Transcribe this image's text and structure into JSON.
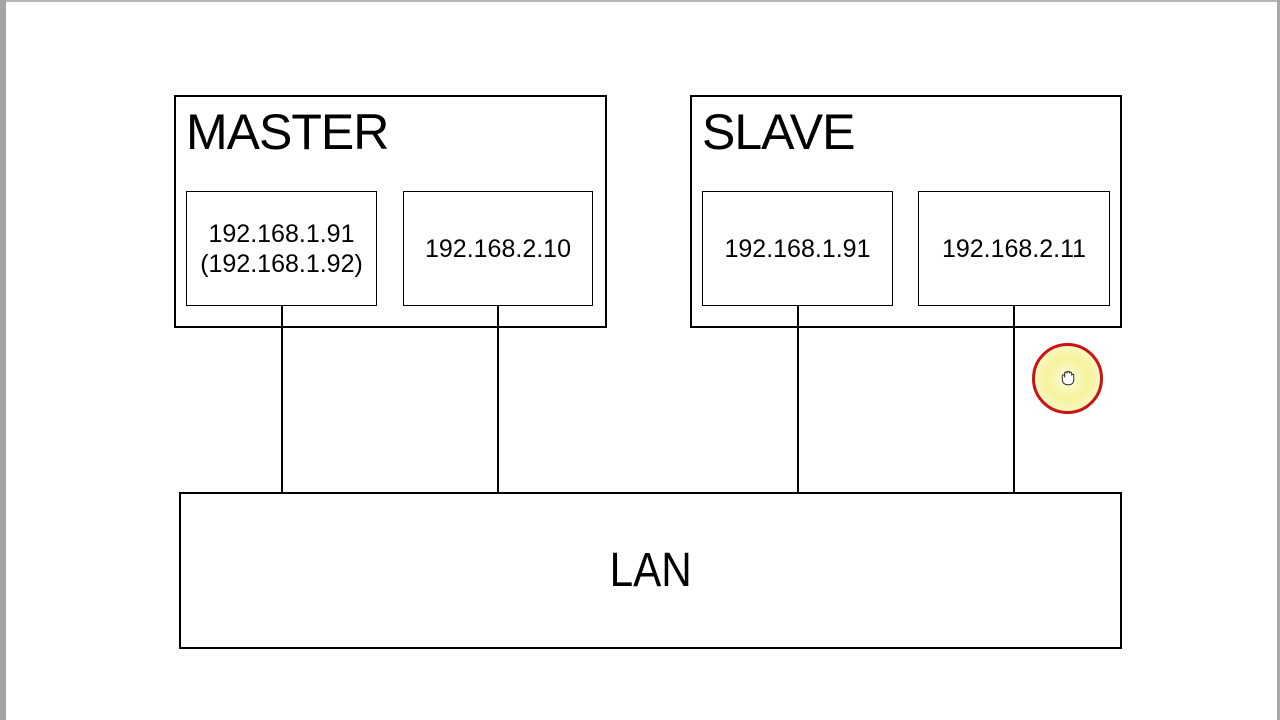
{
  "frame": {
    "background": "#ffffff",
    "top_edge_color": "#b5b5b5",
    "left_edge_color": "#a4a4a4",
    "right_edge_color": "#a8a8a8"
  },
  "diagram": {
    "stroke_color": "#000000",
    "master": {
      "title": "MASTER",
      "interfaces": [
        {
          "lines": [
            "192.168.1.91",
            "(192.168.1.92)"
          ]
        },
        {
          "lines": [
            "192.168.2.10"
          ]
        }
      ]
    },
    "slave": {
      "title": "SLAVE",
      "interfaces": [
        {
          "lines": [
            "192.168.1.91"
          ]
        },
        {
          "lines": [
            "192.168.2.11"
          ]
        }
      ]
    },
    "lan": {
      "title": "LAN"
    },
    "connections": [
      {
        "from": "master-interface-1",
        "to": "lan"
      },
      {
        "from": "master-interface-2",
        "to": "lan"
      },
      {
        "from": "slave-interface-1",
        "to": "lan"
      },
      {
        "from": "slave-interface-2",
        "to": "lan"
      }
    ]
  },
  "cursor_highlight": {
    "icon": "open-hand-cursor-icon",
    "ring_color": "#cc1212",
    "glow_center_color": "#f5f39c",
    "glow_edge_color": "#fefdf2"
  }
}
